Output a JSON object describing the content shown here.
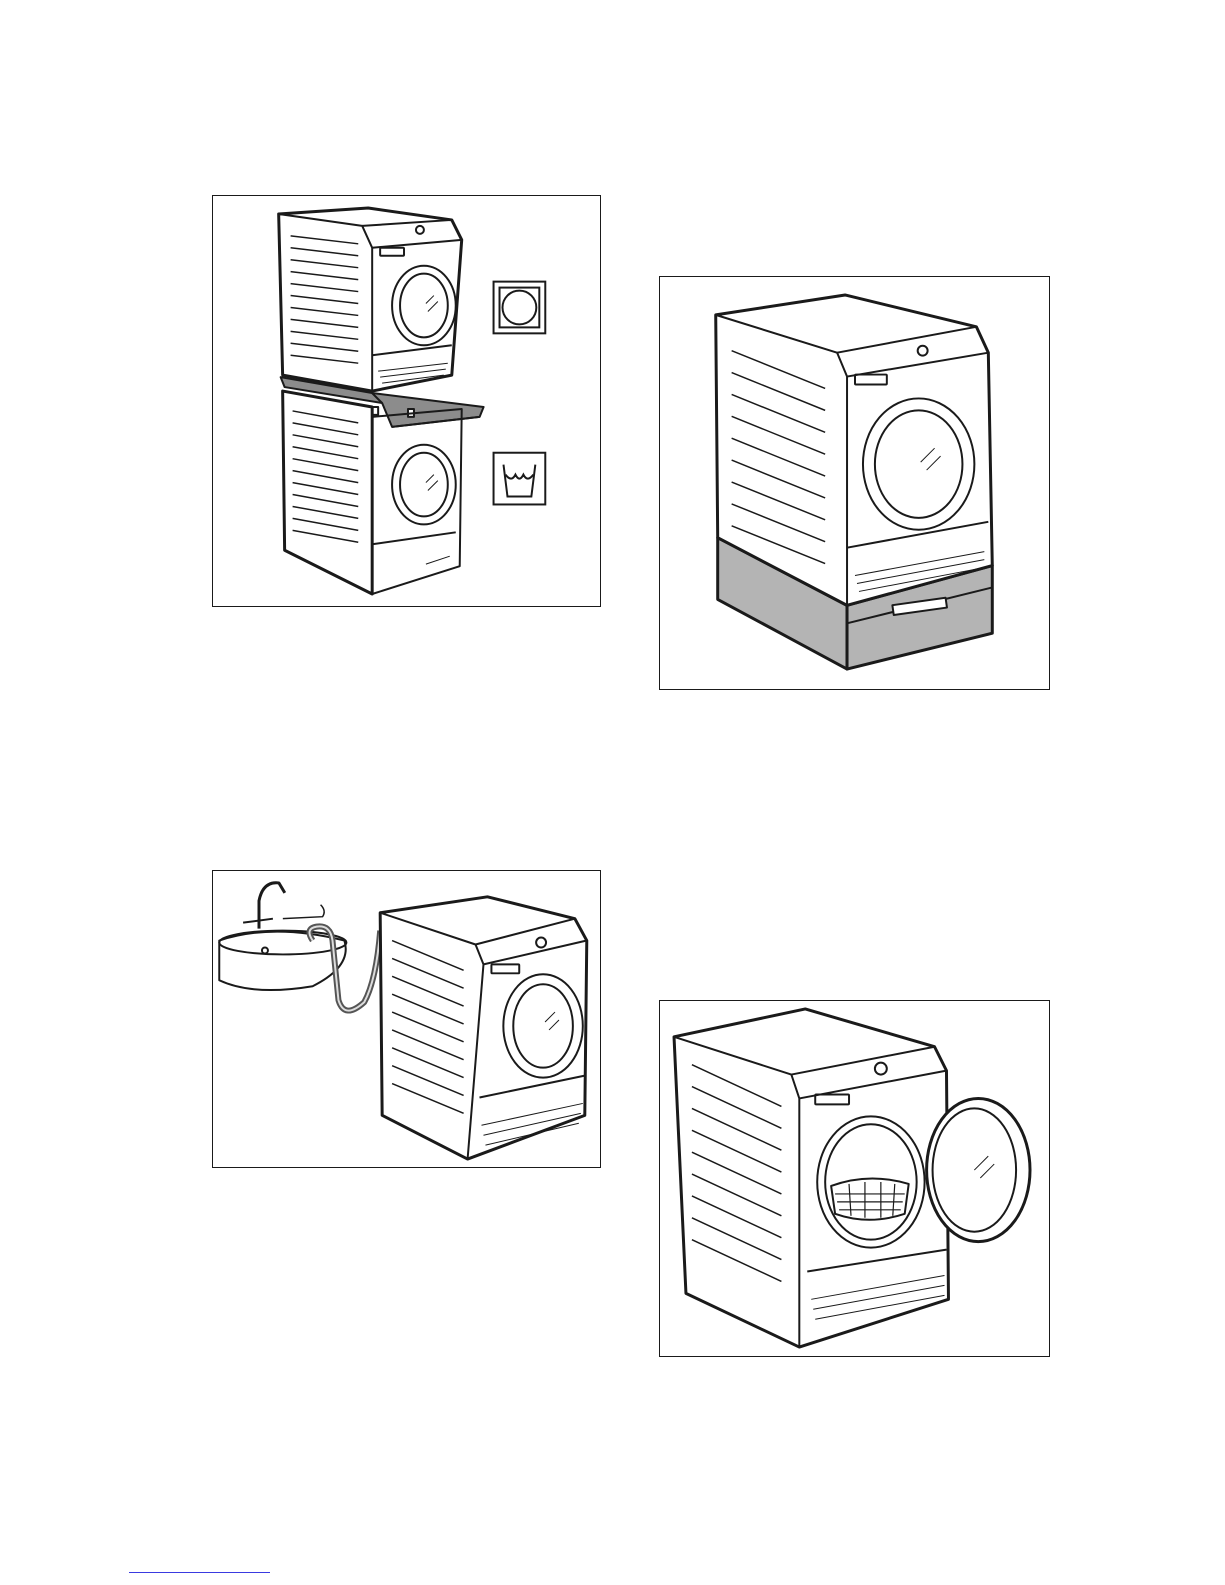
{
  "document": {
    "figures": [
      {
        "id": "stacking-kit",
        "symbols": [
          "tumble-dryer-symbol-icon",
          "washing-machine-symbol-icon"
        ]
      },
      {
        "id": "pedestal-with-drawer"
      },
      {
        "id": "drain-hose-to-sink"
      },
      {
        "id": "dryer-door-open-basket"
      }
    ]
  },
  "colors": {
    "line": "#1a1a1a",
    "shelf": "#8c8c8c",
    "pedestal": "#b4b4b4",
    "link": "#3a3ae0"
  }
}
